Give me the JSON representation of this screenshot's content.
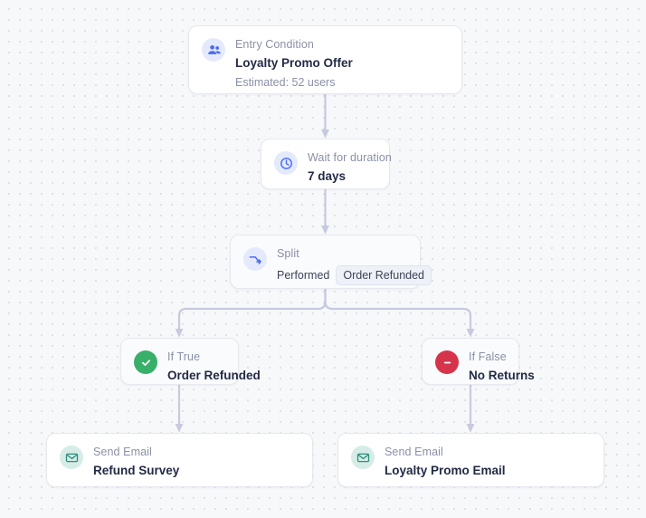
{
  "canvas": {
    "accent_blue": "#4a6cf7",
    "accent_green": "#38b06a",
    "accent_red": "#d5344a",
    "accent_teal": "#2f8f7d",
    "connector_color": "#c7cade",
    "background": "#f7f8fa",
    "dot_color": "#d7d9e0"
  },
  "nodes": {
    "entry": {
      "icon": "users-icon",
      "kicker": "Entry Condition",
      "title": "Loyalty Promo Offer",
      "subtitle": "Estimated: 52 users"
    },
    "wait": {
      "icon": "clock-icon",
      "kicker": "Wait for duration",
      "title": "7 days"
    },
    "split": {
      "icon": "split-icon",
      "kicker": "Split",
      "condition_verb": "Performed",
      "condition_chip": "Order Refunded"
    },
    "if_true": {
      "icon": "check-circle-icon",
      "kicker": "If True",
      "title": "Order Refunded"
    },
    "if_false": {
      "icon": "minus-circle-icon",
      "kicker": "If False",
      "title": "No Returns"
    },
    "email_left": {
      "icon": "envelope-icon",
      "kicker": "Send Email",
      "title": "Refund Survey"
    },
    "email_right": {
      "icon": "envelope-icon",
      "kicker": "Send Email",
      "title": "Loyalty Promo Email"
    }
  }
}
